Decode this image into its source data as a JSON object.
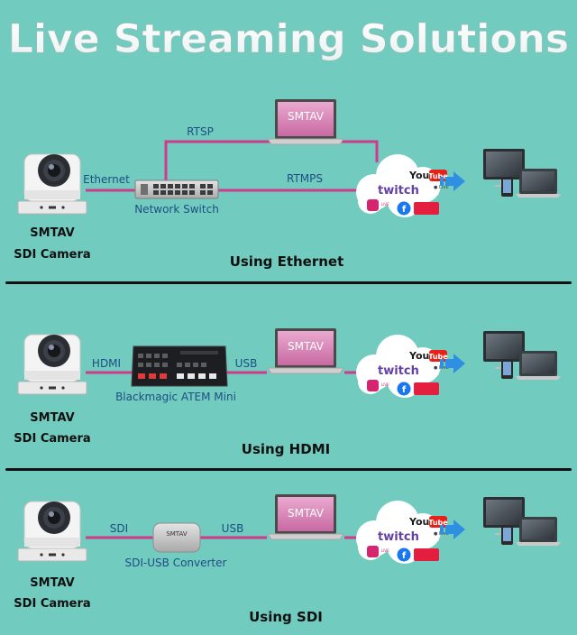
{
  "title": "Live Streaming Solutions",
  "sections": [
    {
      "caption": "Using Ethernet",
      "camera_brand": "SMTAV",
      "camera_label": "SDI Camera",
      "device_label": "Network Switch",
      "link_in": "Ethernet",
      "link_top": "RTSP",
      "link_out": "RTMPS",
      "laptop_brand": "SMTAV"
    },
    {
      "caption": "Using HDMI",
      "camera_brand": "SMTAV",
      "camera_label": "SDI Camera",
      "device_label": "Blackmagic ATEM Mini",
      "link_in": "HDMI",
      "link_out": "USB",
      "laptop_brand": "SMTAV"
    },
    {
      "caption": "Using SDI",
      "camera_brand": "SMTAV",
      "camera_label": "SDI Camera",
      "device_label": "SDI-USB Converter",
      "device_brand": "SMTAV",
      "link_in": "SDI",
      "link_out": "USB",
      "laptop_brand": "SMTAV"
    }
  ],
  "platforms": {
    "youtube": "YouTube",
    "twitch": "twitch",
    "live": "LIVE"
  },
  "colors": {
    "background": "#72cbbf",
    "cable": "#cf3b8a",
    "arrow": "#2f8fe0",
    "divider": "#111111"
  }
}
